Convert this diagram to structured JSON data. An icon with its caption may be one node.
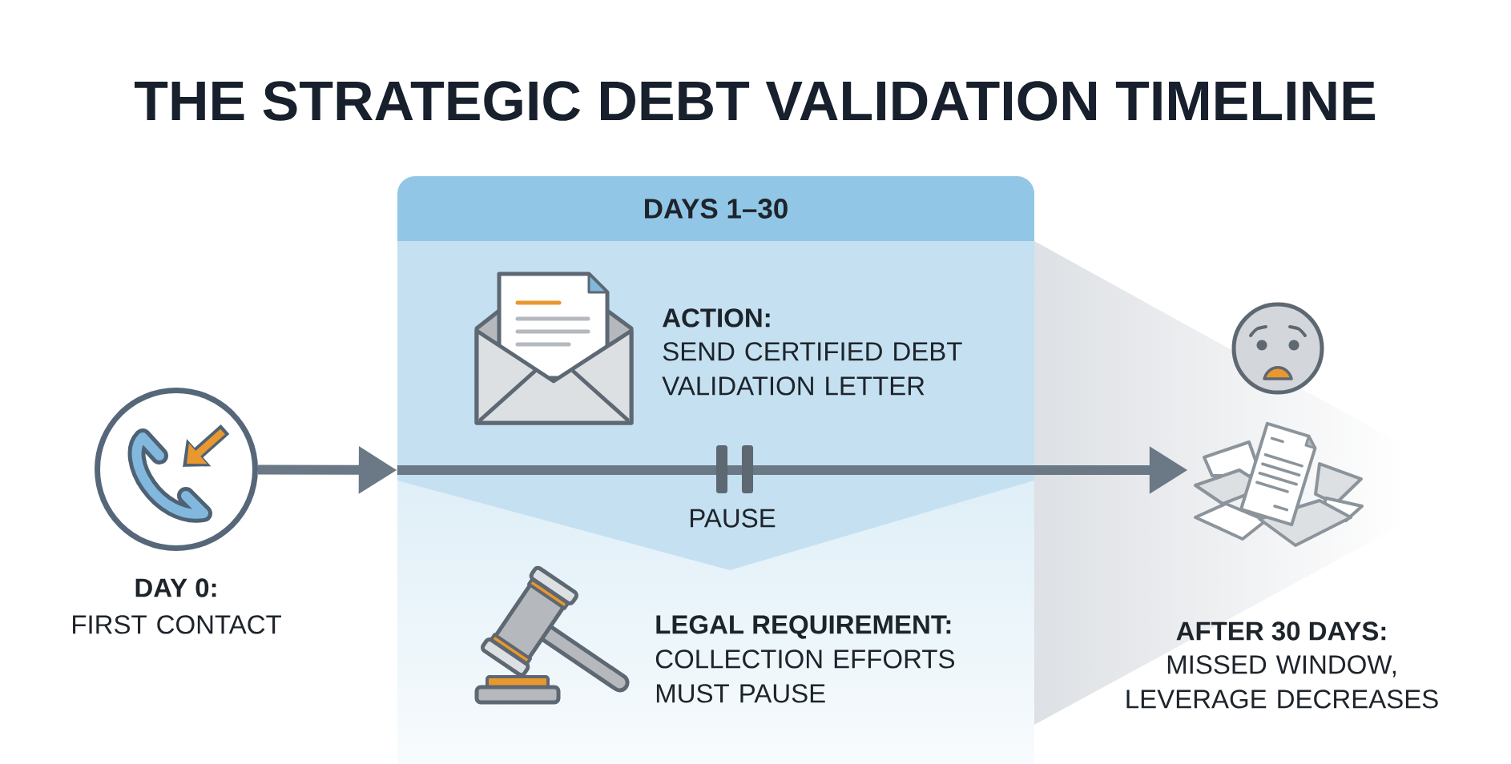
{
  "diagram": {
    "title": "THE STRATEGIC DEBT VALIDATION TIMELINE",
    "nodes": [
      {
        "text": [],
        "shape": "circle",
        "beside": [
          "DAY 0:",
          "FIRST CONTACT"
        ]
      },
      {
        "text": [
          "DAYS 1–30"
        ]
      },
      {
        "text": [],
        "shape": "picture",
        "beside": [
          "AFTER 30 DAYS:",
          "MISSED WINDOW, LEVERAGE DECREASES"
        ]
      }
    ],
    "edges": [
      {
        "from": 0,
        "to": 1,
        "arrow": "to"
      },
      {
        "from": 1,
        "to": 2,
        "arrow": "to"
      }
    ],
    "labels": [
      "ACTION:",
      "SEND CERTIFIED DEBT VALIDATION LETTER",
      "PAUSE",
      "LEGAL REQUIREMENT:",
      "COLLECTION EFFORTS MUST PAUSE"
    ]
  }
}
